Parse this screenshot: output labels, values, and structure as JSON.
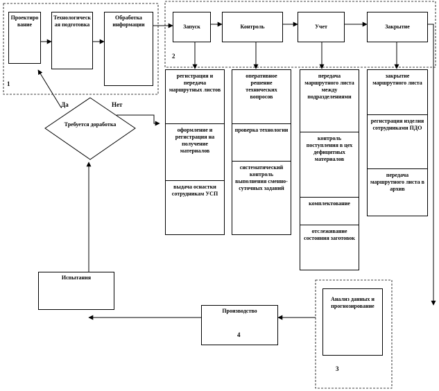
{
  "top_boxes": {
    "design": "Проектирование",
    "tech_prep": "Технологическая подготовка",
    "processing": "Обработка информации",
    "launch": "Запуск",
    "control": "Контроль",
    "accounting": "Учет",
    "closing": "Закрытие"
  },
  "decision": {
    "question": "Требуется доработка",
    "yes": "Да",
    "no": "Нет"
  },
  "bottom_boxes": {
    "testing": "Испытания",
    "production": "Производство",
    "analysis": "Анализ данных и прогнозирование"
  },
  "region_numbers": {
    "r1": "1",
    "r2": "2",
    "r3": "3",
    "r4": "4"
  },
  "launch_steps": [
    "регистрация и передача маршрутных листов",
    "оформление и регистрация на получение материалов",
    "выдача оснастки сотрудникам УСП"
  ],
  "control_steps": [
    "оперативное решение технических вопросов",
    "проверка технологии",
    "систематический контроль выполнения сменно-суточных заданий"
  ],
  "accounting_steps": [
    "передача маршрутного листа между подразделениями",
    "контроль поступления в цех дефицитных материалов",
    "комплектование",
    "отслеживание состояния заготовок"
  ],
  "closing_steps": [
    "закрытие маршрутного листа",
    "регистрация изделия сотрудниками ПДО",
    "передача маршрутного листа в архив"
  ]
}
